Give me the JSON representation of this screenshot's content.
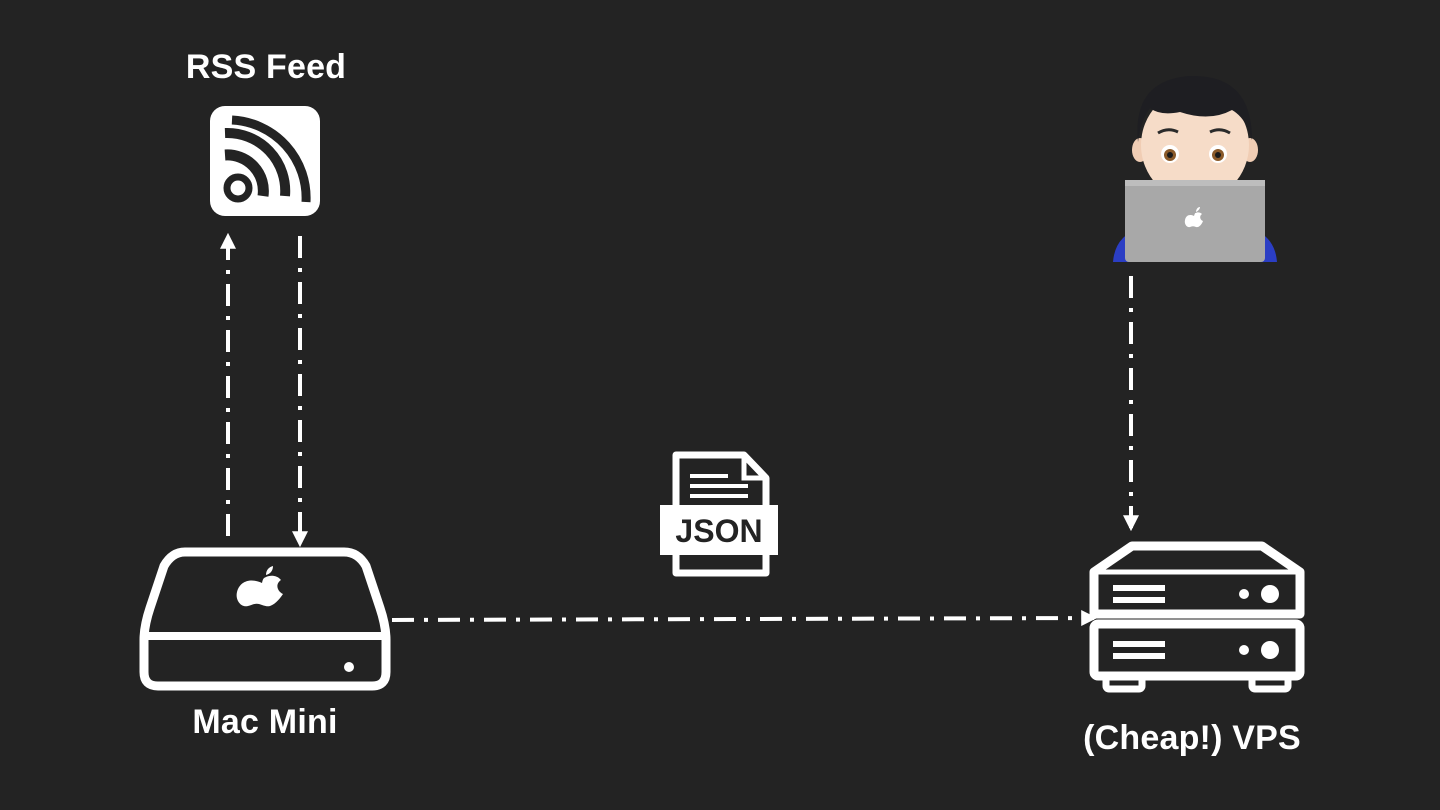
{
  "diagram": {
    "nodes": {
      "rss_feed": {
        "label": "RSS Feed",
        "icon": "rss-icon"
      },
      "mac_mini": {
        "label": "Mac Mini",
        "icon": "mac-mini-icon"
      },
      "vps": {
        "label": "(Cheap!) VPS",
        "icon": "server-icon"
      },
      "user": {
        "icon": "person-with-laptop-icon"
      },
      "json_file": {
        "label": "JSON",
        "icon": "json-file-icon"
      }
    },
    "edges": [
      {
        "from": "mac_mini",
        "to": "rss_feed",
        "style": "dash-dot"
      },
      {
        "from": "rss_feed",
        "to": "mac_mini",
        "style": "dash-dot"
      },
      {
        "from": "mac_mini",
        "to": "vps",
        "style": "dash-dot"
      },
      {
        "from": "user",
        "to": "vps",
        "style": "dash-dot"
      }
    ],
    "colors": {
      "background": "#232323",
      "foreground": "#ffffff",
      "shirt": "#2b3ec4",
      "laptop": "#a8a8a8",
      "hair": "#1e1e22",
      "skin": "#f6dcc8"
    }
  }
}
